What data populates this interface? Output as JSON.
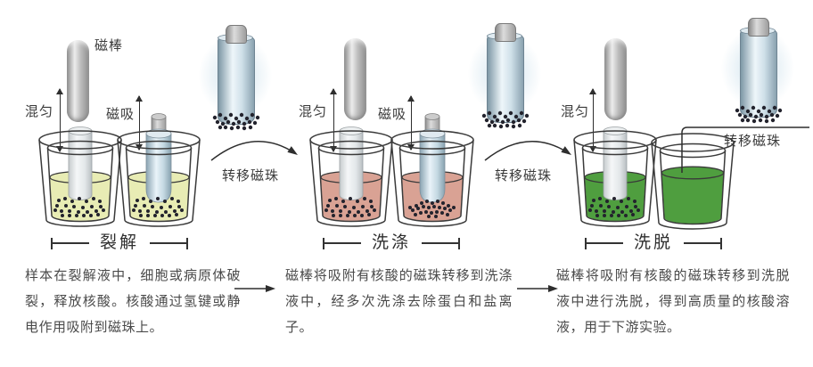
{
  "labels": {
    "magnetic_rod": "磁棒",
    "mix": "混匀",
    "magnetic_attract": "磁吸",
    "transfer_beads": "转移磁珠"
  },
  "colors": {
    "stroke": "#3a3a3a",
    "text": "#4a4a4a",
    "beads": "#23232d",
    "lysis_liquid": "#e8ecb4",
    "wash_liquid": "#d9a294",
    "elution_liquid": "#4f9e3f"
  },
  "stages": [
    {
      "name": "裂解",
      "liquid_color": "#e8ecb4",
      "description": "样本在裂解液中，细胞或病原体破裂，释放核酸。核酸通过氢键或静电作用吸附到磁珠上。"
    },
    {
      "name": "洗涤",
      "liquid_color": "#d9a294",
      "description": "磁棒将吸附有核酸的磁珠转移到洗涤液中，经多次洗涤去除蛋白和盐离子。"
    },
    {
      "name": "洗脱",
      "liquid_color": "#4f9e3f",
      "description": "磁棒将吸附有核酸的磁珠转移到洗脱液中进行洗脱，得到高质量的核酸溶液，用于下游实验。"
    }
  ]
}
